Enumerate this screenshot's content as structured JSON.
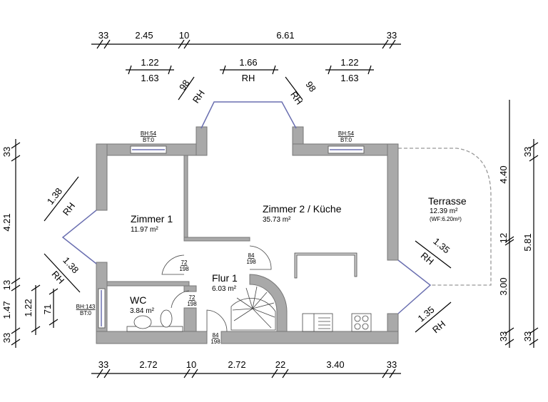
{
  "rooms": [
    {
      "name": "Zimmer 1",
      "area": "11.97 m²"
    },
    {
      "name": "Zimmer 2 / Küche",
      "area": "35.73 m²"
    },
    {
      "name": "Flur 1",
      "area": "6.03 m²"
    },
    {
      "name": "WC",
      "area": "3.84 m²"
    },
    {
      "name": "Terrasse",
      "area": "12.39 m²",
      "note": "(WF:6.20m²)"
    }
  ],
  "windows": [
    {
      "bh": "BH:54",
      "bt": "BT:0"
    },
    {
      "bh": "BH:54",
      "bt": "BT:0"
    },
    {
      "bh": "BH:143",
      "bt": "BT:0"
    }
  ],
  "doors": [
    {
      "w": "72",
      "h": "198"
    },
    {
      "w": "84",
      "h": "198"
    },
    {
      "w": "72",
      "h": "198"
    },
    {
      "w": "84",
      "h": "198"
    }
  ],
  "dims_top": [
    "33",
    "2.45",
    "10",
    "6.61",
    "33"
  ],
  "dims_top2": [
    {
      "a": "1.22",
      "b": "1.63"
    },
    {
      "a": "1.66",
      "b": "RH"
    },
    {
      "a": "1.22",
      "b": "1.63"
    }
  ],
  "dims_bay": [
    {
      "a": "98",
      "b": "RH"
    },
    {
      "a": "98",
      "b": "RH"
    }
  ],
  "dims_bottom": [
    "33",
    "2.72",
    "10",
    "2.72",
    "22",
    "3.40",
    "33"
  ],
  "dims_left": [
    "33",
    "4.21",
    "13",
    "1.47",
    "33"
  ],
  "dims_left2": [
    "1.22",
    "71"
  ],
  "dims_right": [
    "4.40",
    "12",
    "3.00",
    "33"
  ],
  "dims_right2": [
    "33",
    "5.81",
    "33"
  ],
  "dims_diag": [
    {
      "a": "1.38",
      "b": "RH"
    },
    {
      "a": "1.38",
      "b": "RH"
    },
    {
      "a": "1.35",
      "b": "RH"
    },
    {
      "a": "1.35",
      "b": "RH"
    }
  ]
}
